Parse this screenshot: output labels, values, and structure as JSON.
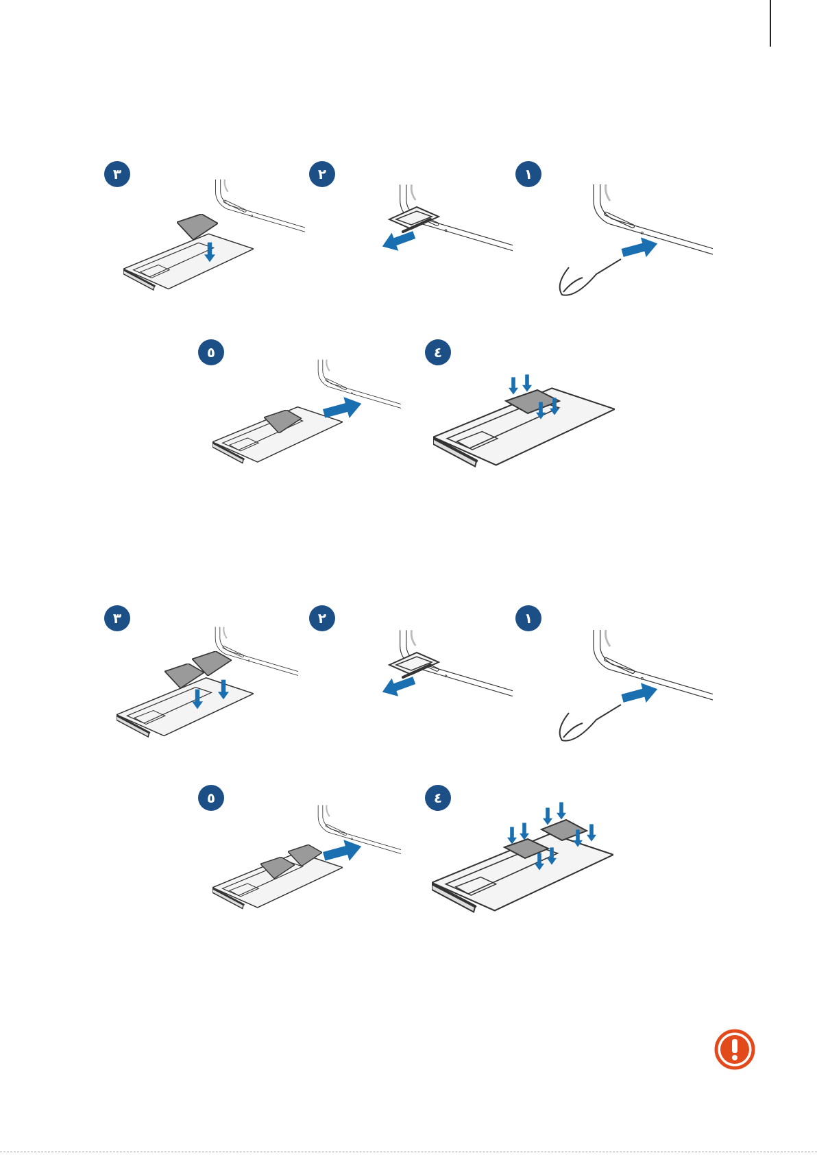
{
  "steps": {
    "one": "١",
    "two": "٢",
    "three": "٣",
    "four": "٤",
    "five": "٥"
  },
  "colors": {
    "badge": "#1b4f86",
    "arrow": "#1a6fb0",
    "card": "#9a9a9a",
    "caution": "#e24a1c"
  },
  "icons": {
    "caution": "caution-icon"
  }
}
